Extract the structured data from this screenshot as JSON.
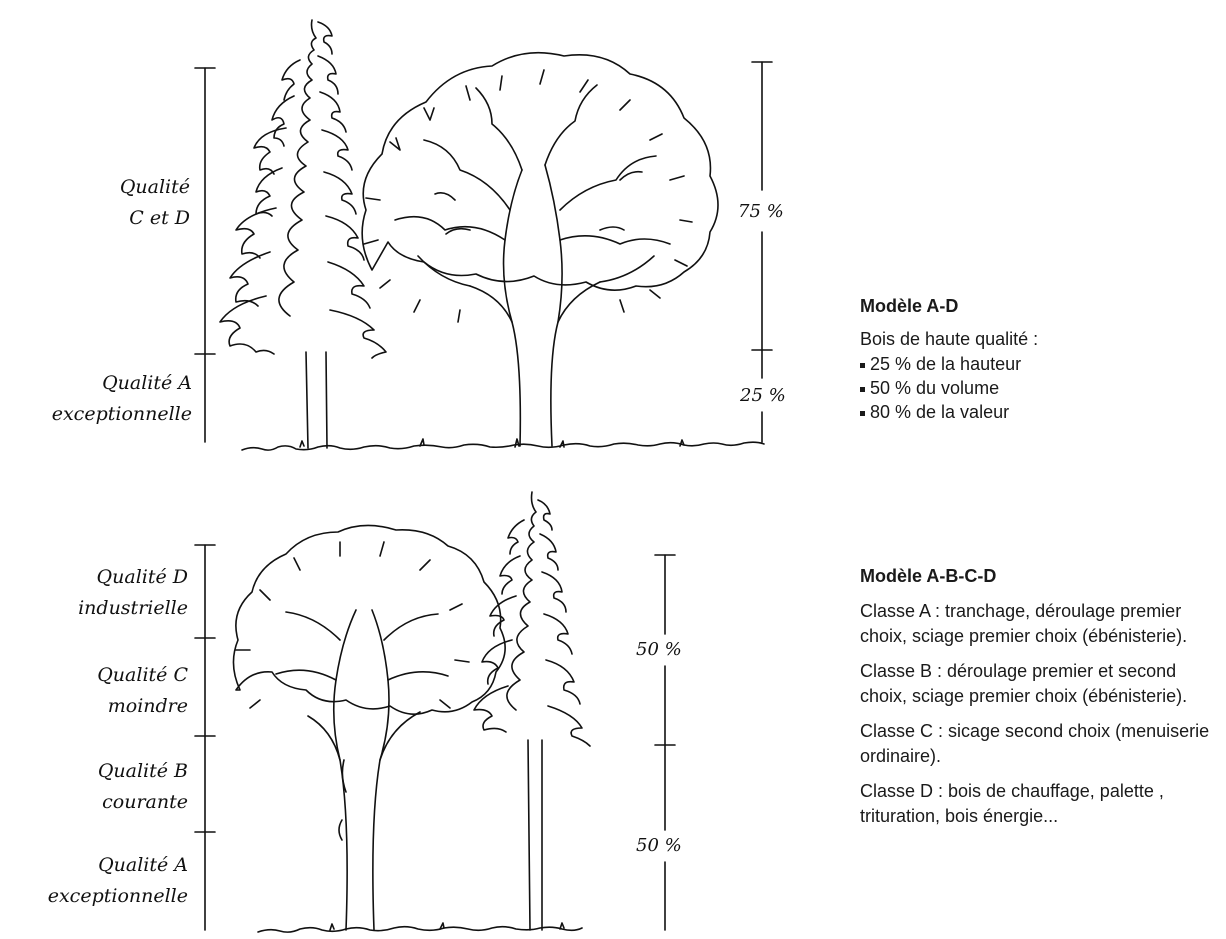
{
  "model_ad": {
    "left_labels": [
      [
        "Qualité",
        "C et D"
      ],
      [
        "Qualité A",
        "exceptionnelle"
      ]
    ],
    "right_labels": [
      "75 %",
      "25 %"
    ],
    "title": "Modèle A-D",
    "intro": "Bois de haute qualité :",
    "bullets": [
      "25 % de la hauteur",
      "50 % du volume",
      "80 % de la valeur"
    ]
  },
  "model_abcd": {
    "left_labels": [
      [
        "Qualité D",
        "industrielle"
      ],
      [
        "Qualité C",
        "moindre"
      ],
      [
        "Qualité B",
        "courante"
      ],
      [
        "Qualité A",
        "exceptionnelle"
      ]
    ],
    "right_labels": [
      "50 %",
      "50 %"
    ],
    "title": "Modèle A-B-C-D",
    "classes": [
      "Classe A : tranchage, déroulage premier choix, sciage premier choix (ébénisterie).",
      "Classe B : déroulage premier et second choix, sciage premier choix (ébénisterie).",
      "Classe C : sicage second choix (menuiserie ordinaire).",
      "Classe D : bois de chauffage, palette , trituration, bois énergie..."
    ]
  }
}
